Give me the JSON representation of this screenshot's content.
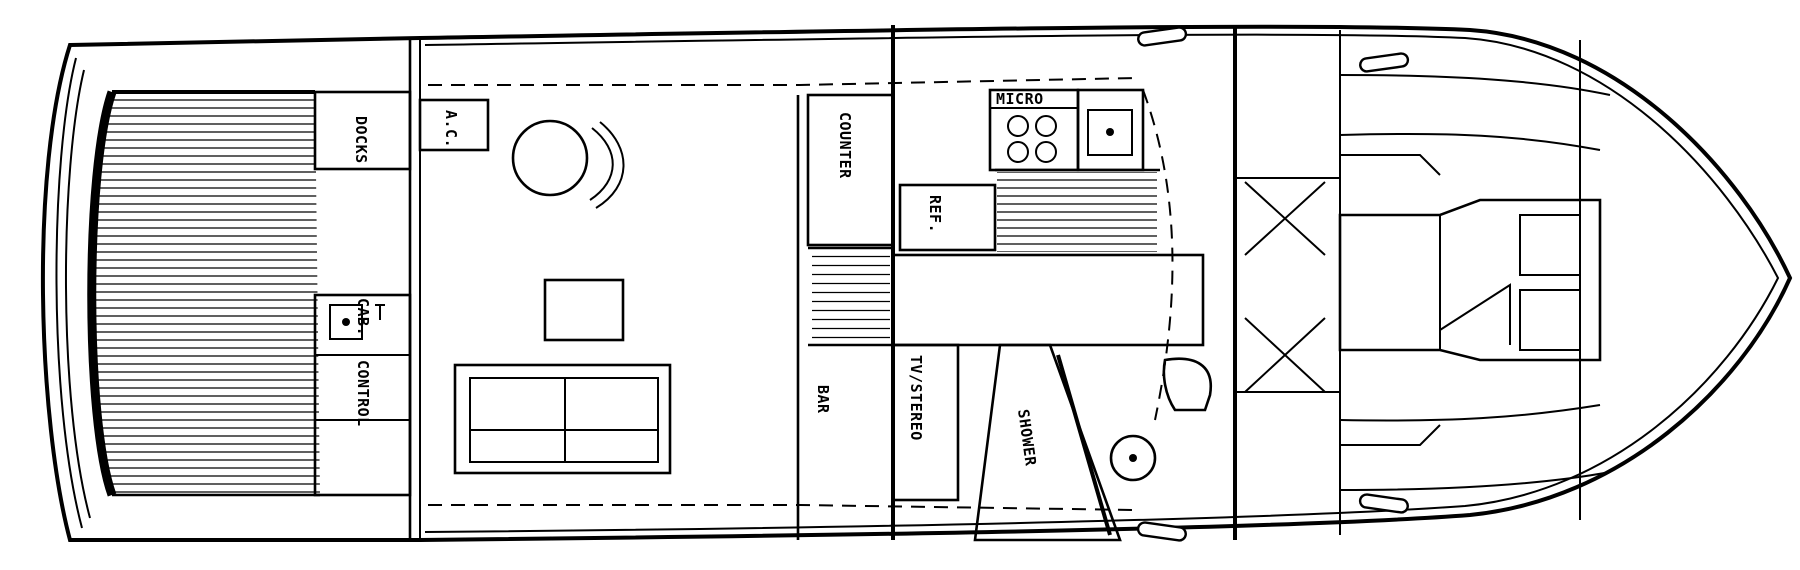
{
  "diagram": {
    "type": "boat deck floor plan",
    "labels": {
      "docks": "DOCKS",
      "ac": "A.C.",
      "micro": "MICRO",
      "counter": "COUNTER",
      "ref": "REF.",
      "cab": "CAB.",
      "control": "CONTROL",
      "bar": "BAR",
      "tv_stereo": "TV/STEREO",
      "shower": "SHOWER"
    }
  }
}
